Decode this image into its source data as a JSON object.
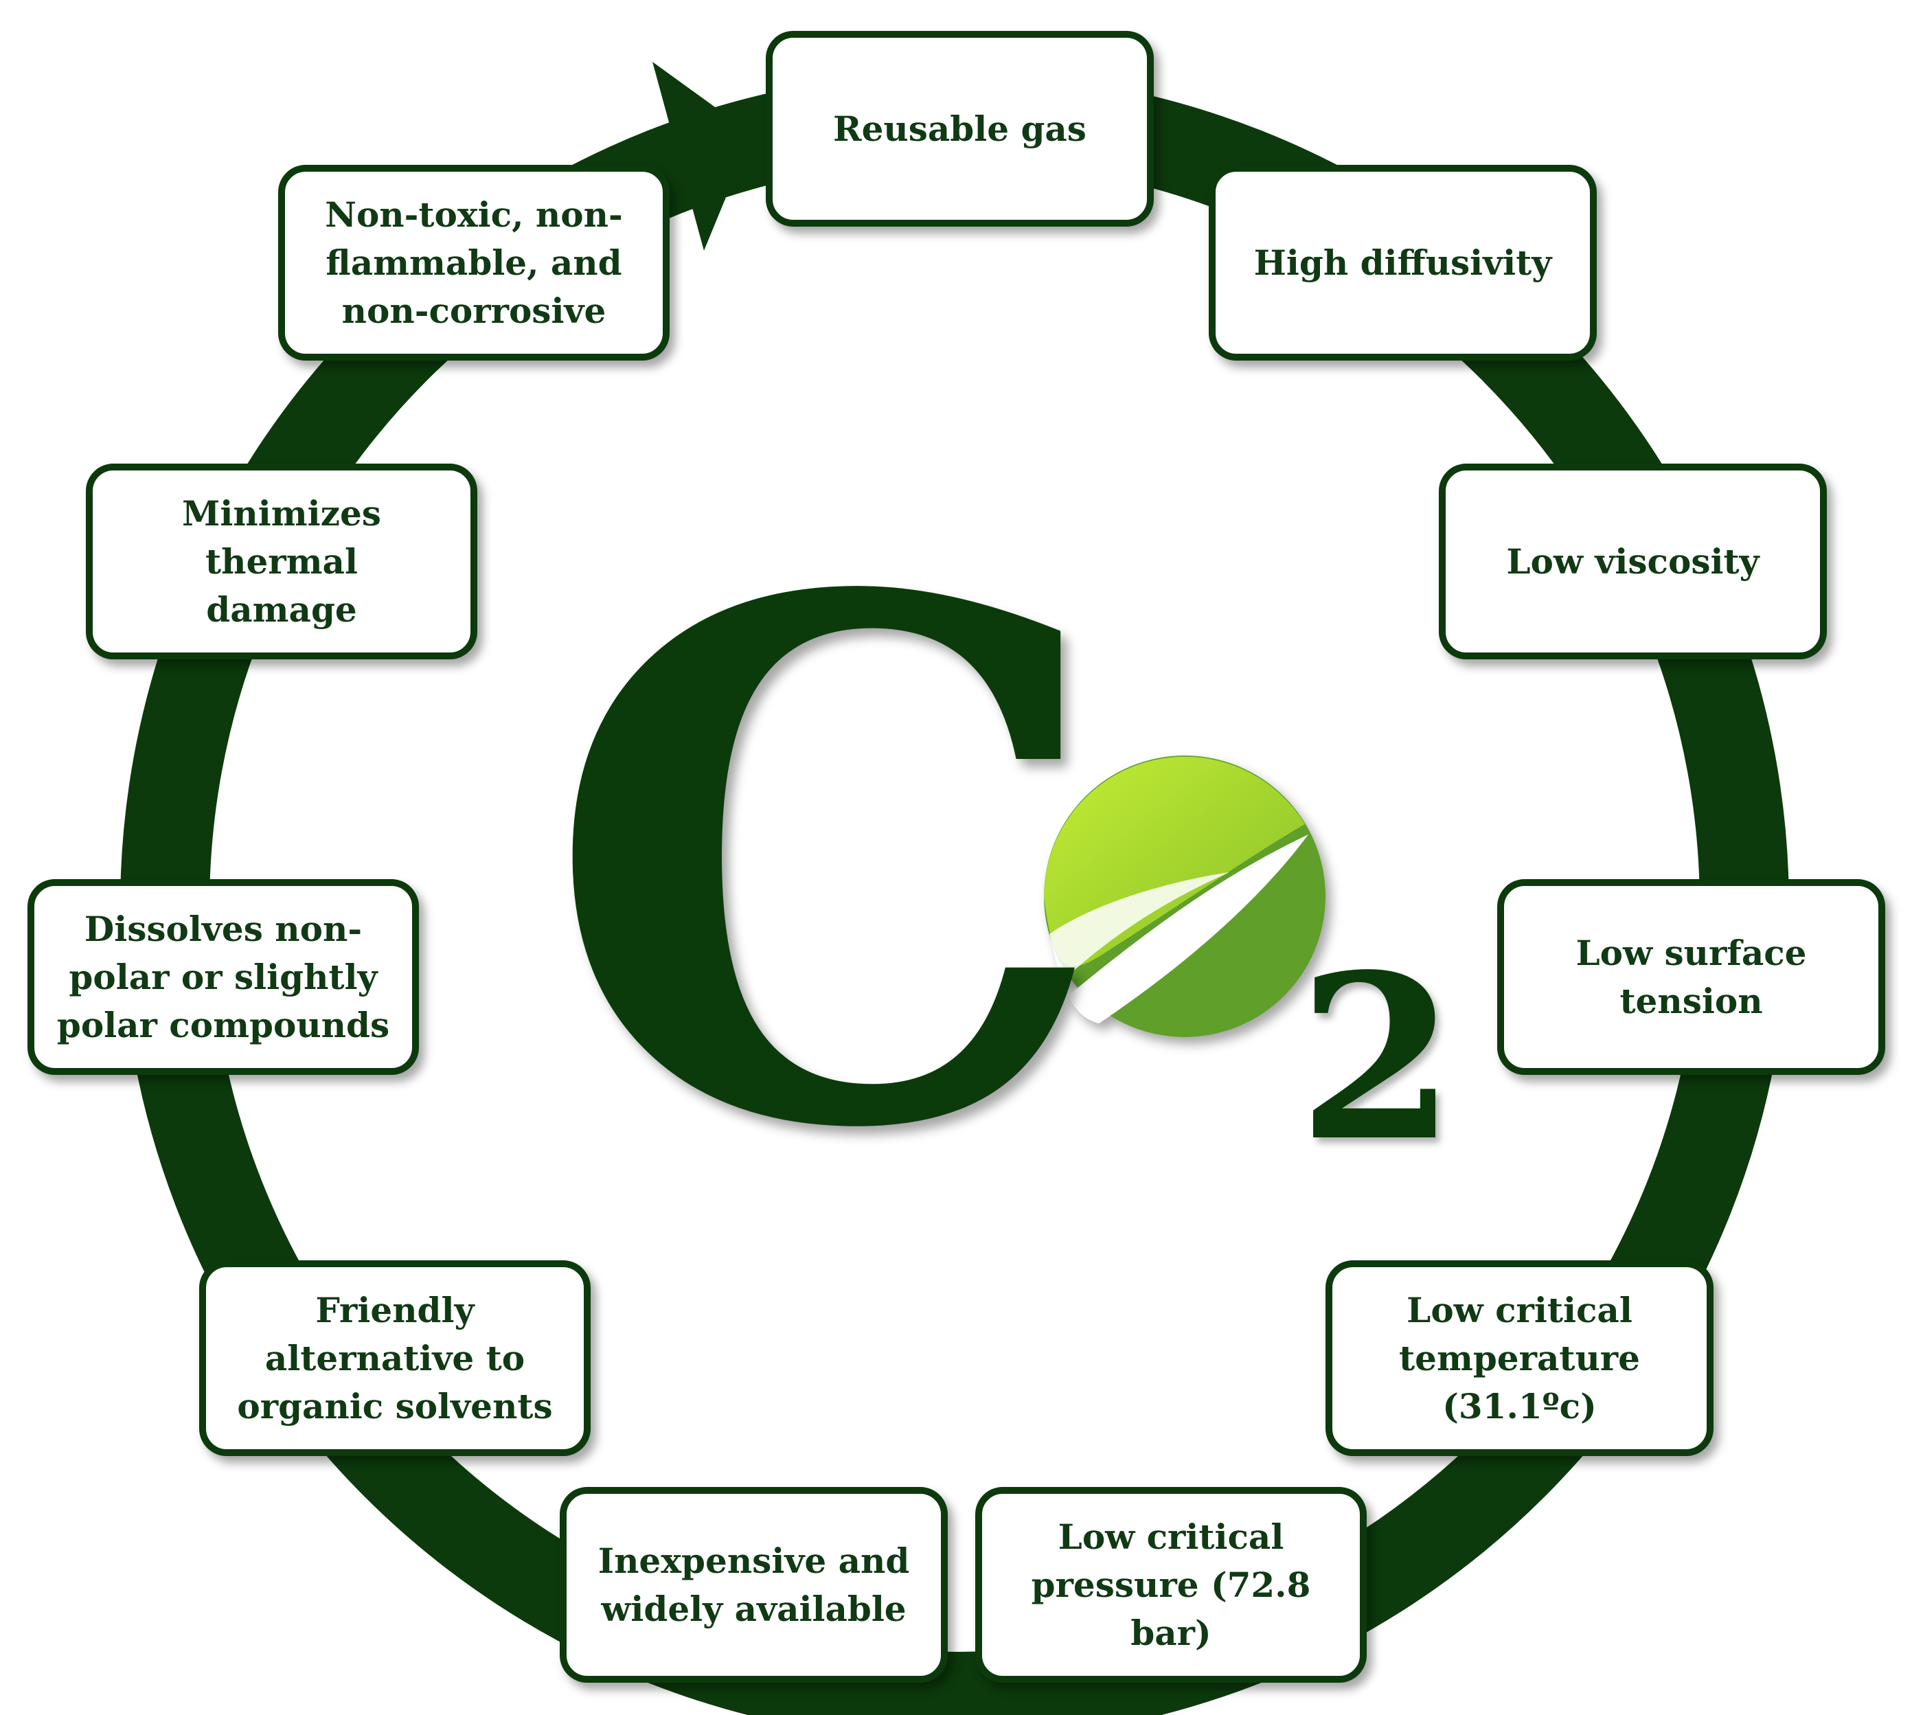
{
  "cycle": {
    "boxes": [
      {
        "label": "Reusable gas"
      },
      {
        "label": "High diffusivity"
      },
      {
        "label": "Low viscosity"
      },
      {
        "label": "Low surface\ntension"
      },
      {
        "label": "Low critical\ntemperature\n(31.1ºc)"
      },
      {
        "label": "Low critical\npressure (72.8 bar)"
      },
      {
        "label": "Inexpensive and\nwidely available"
      },
      {
        "label": "Friendly\nalternative to\norganic solvents"
      },
      {
        "label": "Dissolves non-\npolar or slightly\npolar compounds"
      },
      {
        "label": "Minimizes thermal\ndamage"
      },
      {
        "label": "Non-toxic, non-\nflammable, and\nnon-corrosive"
      }
    ]
  },
  "center": {
    "formula_letter": "C",
    "formula_subscript": "2",
    "leaf_icon": "leaf-icon"
  },
  "colors": {
    "ring": "#0c3a0c",
    "text": "#103a14",
    "leaf_light": "#b6e62a",
    "leaf_dark": "#5c9e2a"
  }
}
